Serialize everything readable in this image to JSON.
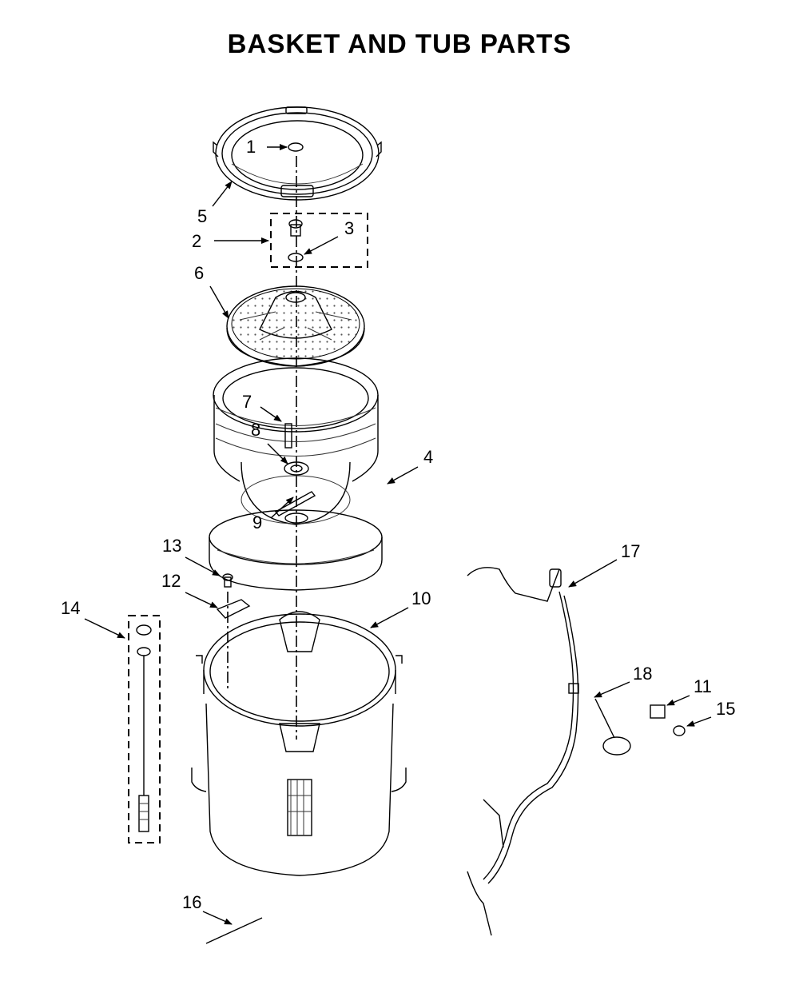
{
  "title": "BASKET AND TUB PARTS",
  "callouts": [
    "1",
    "2",
    "3",
    "4",
    "5",
    "6",
    "7",
    "8",
    "9",
    "10",
    "11",
    "12",
    "13",
    "14",
    "15",
    "16",
    "17",
    "18"
  ]
}
